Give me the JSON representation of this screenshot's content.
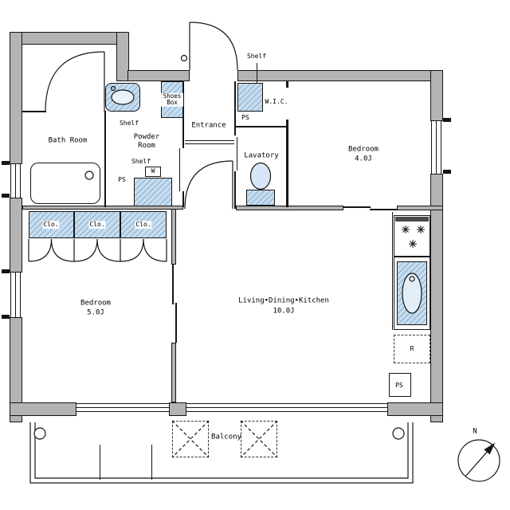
{
  "rooms": {
    "bath": "Bath Room",
    "powder": "Powder Room",
    "entrance": "Entrance",
    "wic": "W.I.C.",
    "lavatory": "Lavatory",
    "bedroom_top": {
      "name": "Bedroom",
      "size": "4.0J"
    },
    "bedroom_left": {
      "name": "Bedroom",
      "size": "5.0J"
    },
    "ldk": {
      "name": "Living•Dining•Kitchen",
      "size": "10.0J"
    },
    "balcony": "Balcony"
  },
  "fixtures": {
    "shoes_box": "Shoes Box",
    "shelf_entry": "Shelf",
    "shelf_powder": "Shelf",
    "shelf_laundry": "Shelf",
    "closet_1": "Clo.",
    "closet_2": "Clo.",
    "closet_3": "Clo.",
    "washer": "W",
    "refrigerator": "R",
    "ps_wic": "PS",
    "ps_powder": "PS",
    "ps_kitchen": "PS"
  },
  "compass": {
    "north": "N"
  },
  "colors": {
    "wall_fill": "#b4b4b4",
    "fixture_blue": "#c5ddf0",
    "hatch_blue": "#6f9cc4",
    "line": "#151515",
    "background": "#ffffff"
  }
}
